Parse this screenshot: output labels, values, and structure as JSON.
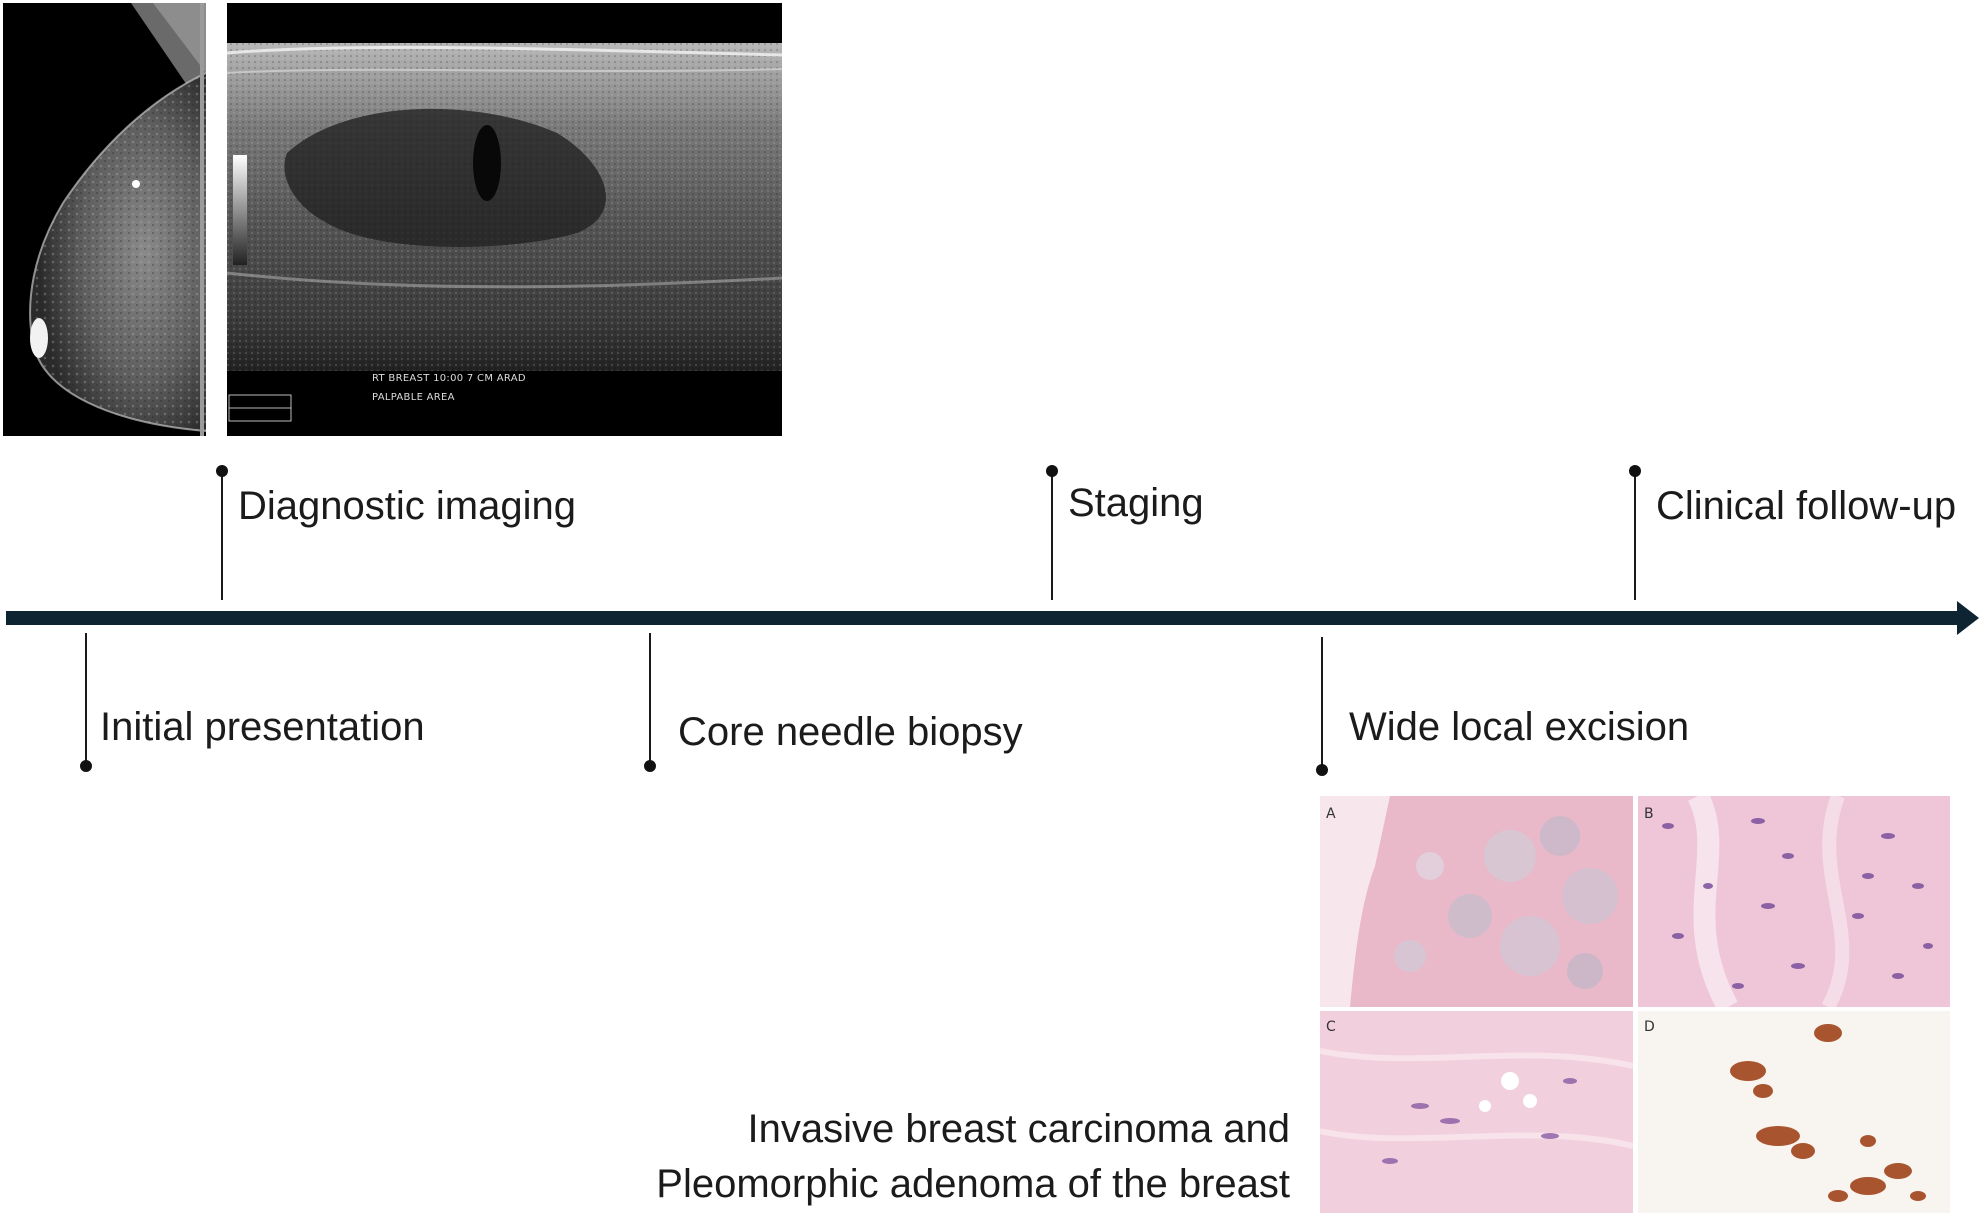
{
  "timeline": {
    "events": [
      {
        "id": "initial-presentation",
        "label": "Initial presentation",
        "position": "below"
      },
      {
        "id": "diagnostic-imaging",
        "label": "Diagnostic imaging",
        "position": "above"
      },
      {
        "id": "core-needle-biopsy",
        "label": "Core needle biopsy",
        "position": "below"
      },
      {
        "id": "staging",
        "label": "Staging",
        "position": "above"
      },
      {
        "id": "wide-local-excision",
        "label": "Wide local excision",
        "position": "below"
      },
      {
        "id": "clinical-follow-up",
        "label": "Clinical follow-up",
        "position": "above"
      }
    ],
    "axis_color": "#0f2433"
  },
  "imaging": {
    "mammogram_icon": "mammogram-image",
    "ultrasound_icon": "ultrasound-image",
    "ultrasound_caption_line1": "RT BREAST 10:00 7 CM ARAD",
    "ultrasound_caption_line2": "PALPABLE AREA"
  },
  "histology": {
    "panels": [
      {
        "letter": "A",
        "icon": "histology-low-power-image"
      },
      {
        "letter": "B",
        "icon": "histology-high-power-image"
      },
      {
        "letter": "C",
        "icon": "histology-stroma-image"
      },
      {
        "letter": "D",
        "icon": "immunohistochemistry-image"
      }
    ],
    "diagnosis_line1": "Invasive breast carcinoma and",
    "diagnosis_line2": "Pleomorphic adenoma of the breast"
  }
}
